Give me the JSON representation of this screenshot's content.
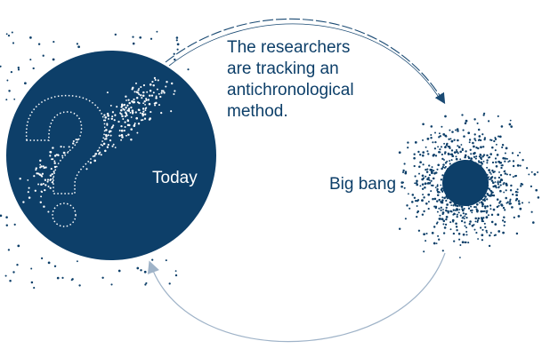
{
  "diagram": {
    "caption_lines": [
      "The researchers",
      "are tracking an",
      "antichronological",
      "method."
    ],
    "today_label": "Today",
    "bigbang_label": "Big bang"
  },
  "colors": {
    "navy": "#0d3f69",
    "arrow_dark": "#1a4a73",
    "arrow_light": "#9fb3c8",
    "white": "#ffffff"
  },
  "icons": {
    "question_mark": "question-mark-icon",
    "dust": "particle-dust-icon"
  }
}
